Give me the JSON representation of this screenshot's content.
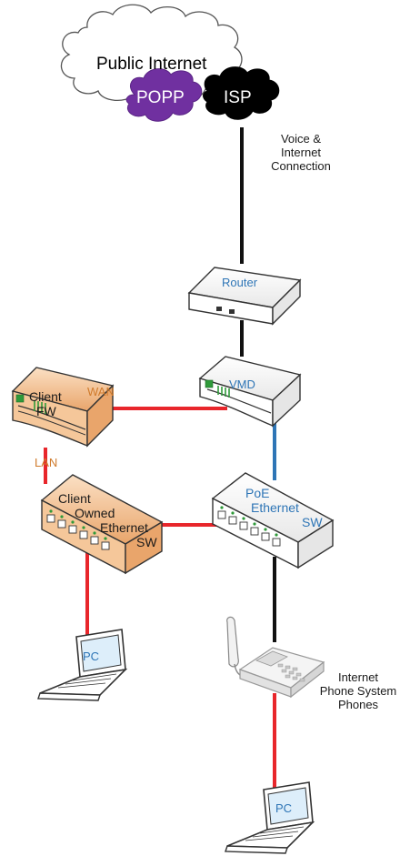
{
  "labels": {
    "public_internet": "Public Internet",
    "popp": "POPP",
    "isp": "ISP",
    "voice_line1": "Voice &",
    "voice_line2": "Internet",
    "voice_line3": "Connection",
    "router": "Router",
    "vmd": "VMD",
    "wan": "WAN",
    "lan": "LAN",
    "client_fw_line1": "Client",
    "client_fw_line2": "FW",
    "client_sw_line1": "Client",
    "client_sw_line2": "Owned",
    "client_sw_line3": "Ethernet",
    "client_sw_line4": "SW",
    "poe_line1": "PoE",
    "poe_line2": "Ethernet",
    "poe_line3": "SW",
    "pc_left": "PC",
    "pc_bottom": "PC",
    "phones_line1": "Internet",
    "phones_line2": "Phone System",
    "phones_line3": "Phones"
  },
  "colors": {
    "link_red": "#e8262b",
    "link_black": "#111111",
    "link_blue": "#2e75b6",
    "popp_fill": "#7030a0",
    "isp_fill": "#000000",
    "client_device_fill": "#f5c79a",
    "device_fill": "#ffffff",
    "label_blue": "#2e75b6",
    "label_orange": "#d07b2c"
  }
}
